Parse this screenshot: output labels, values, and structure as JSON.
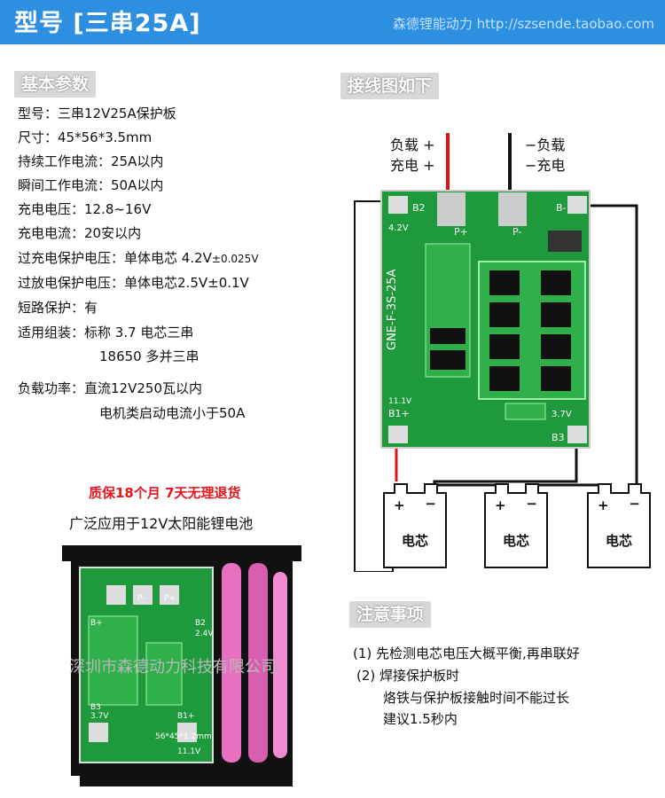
{
  "header": {
    "title": "型号 [三串25A]",
    "shop": "森德锂能动力 http://szsende.taobao.com"
  },
  "params": {
    "title": "基本参数",
    "rows": [
      {
        "k": "型号：",
        "v": "三串12V25A保护板"
      },
      {
        "k": "尺寸：",
        "v": "45*56*3.5mm"
      },
      {
        "k": "持续工作电流：",
        "v": "25A以内"
      },
      {
        "k": "瞬间工作电流：",
        "v": "50A以内"
      },
      {
        "k": "充电电压：",
        "v": "12.8~16V"
      },
      {
        "k": "充电电流：",
        "v": "20安以内"
      },
      {
        "k": "过充电保护电压：",
        "v": "单体电芯 4.2V",
        "small": "±0.025V"
      },
      {
        "k": "过放电保护电压：",
        "v": "单体电芯2.5V±0.1V"
      },
      {
        "k": "短路保护：",
        "v": "有"
      },
      {
        "k": "适用组装：",
        "v": "标称 3.7 电芯三串"
      },
      {
        "k": "",
        "v": "18650 多并三串"
      },
      {
        "k": "负载功率：",
        "v": "直流12V250瓦以内"
      },
      {
        "k": "",
        "v": "电机类启动电流小于50A"
      }
    ]
  },
  "warranty": "质保18个月  7天无理退货",
  "application": "广泛应用于12V太阳能锂电池",
  "watermark": "深圳市森德动力科技有限公司",
  "wiring": {
    "title": "接线图如下",
    "load_pos": "负载 +",
    "charge_pos": "充电 +",
    "load_neg": "−负载",
    "charge_neg": "−充电",
    "cell_plus": "+",
    "cell_minus": "−",
    "cell_name": "电芯",
    "board_text": "GNE-F-3S-25A",
    "pads": [
      "B2",
      "P+",
      "P-",
      "B-",
      "B1+",
      "B3",
      "3.7V",
      "4.2V",
      "11.1V"
    ]
  },
  "notes": {
    "title": "注意事项",
    "lines": [
      "(1) 先检测电芯电压大概平衡,再串联好",
      "(2) 焊接保护板时",
      "烙铁与保护板接触时间不能过长",
      "建议1.5秒内"
    ]
  },
  "photo": {
    "pads": [
      "B+",
      "P-",
      "P+",
      "B2",
      "2.4V",
      "3.7V",
      "B3",
      "B1+",
      "11.1V",
      "56*45*1.2mm"
    ]
  },
  "colors": {
    "header": "#2d8fe0",
    "pcb": "#1e9a3c",
    "wire_red": "#e01010",
    "wire_black": "#111111",
    "cells": "#e870c0",
    "bracket": "#111111"
  }
}
